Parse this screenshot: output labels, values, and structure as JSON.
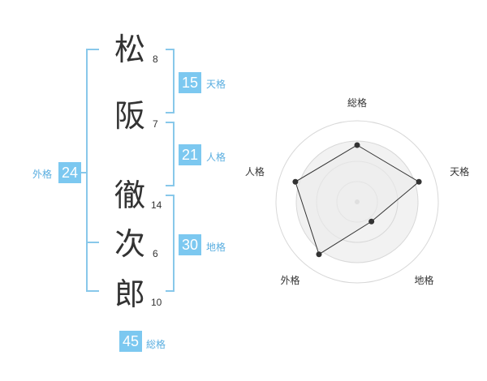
{
  "name_chars": [
    {
      "char": "松",
      "strokes": "8"
    },
    {
      "char": "阪",
      "strokes": "7"
    },
    {
      "char": "徹",
      "strokes": "14"
    },
    {
      "char": "次",
      "strokes": "6"
    },
    {
      "char": "郎",
      "strokes": "10"
    }
  ],
  "kakaku": {
    "tenkaku": {
      "value": "15",
      "label": "天格"
    },
    "jinkaku": {
      "value": "21",
      "label": "人格"
    },
    "chikaku": {
      "value": "30",
      "label": "地格"
    },
    "gaikaku": {
      "value": "24",
      "label": "外格"
    },
    "soukaku": {
      "value": "45",
      "label": "総格"
    }
  },
  "colors": {
    "accent": "#7cc8f0",
    "bracket": "#88c8ea",
    "label": "#5aaee0",
    "text": "#333333"
  },
  "chart_data": {
    "type": "radar",
    "axes": [
      "総格",
      "天格",
      "地格",
      "外格",
      "人格"
    ],
    "values": [
      0.7,
      0.8,
      0.3,
      0.8,
      0.8
    ],
    "max": 1,
    "rings": 4
  }
}
